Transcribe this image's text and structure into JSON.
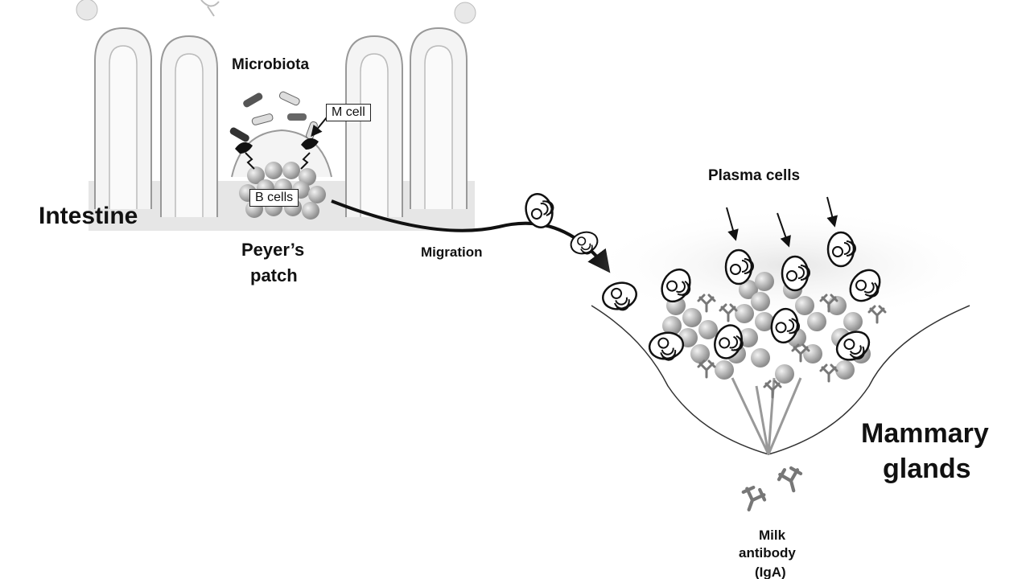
{
  "labels": {
    "microbiota": "Microbiota",
    "m_cell": "M cell",
    "b_cells": "B cells",
    "intestine": "Intestine",
    "peyers_patch_line1": "Peyer’s",
    "peyers_patch_line2": "patch",
    "migration": "Migration",
    "plasma_cells": "Plasma cells",
    "mammary_line1": "Mammary",
    "mammary_line2": "glands",
    "milk_line1": "Milk",
    "milk_line2": "antibody",
    "milk_line3": "(IgA)"
  }
}
